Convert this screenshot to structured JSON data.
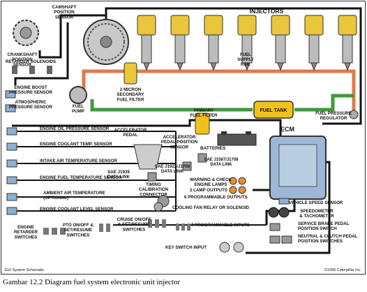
{
  "labels": {
    "camshaft": [
      "CAMSHAFT",
      "POSITION",
      "SENSOR"
    ],
    "crankshaft": [
      "CRANKSHAFT",
      "POSITION",
      "SENSOR"
    ],
    "injectors": "INJECTORS",
    "retarder_solenoids": "RETARDER SOLENOIDS",
    "fuel_supply_rail": [
      "FUEL",
      "SUPPLY",
      "RAIL"
    ],
    "engine_boost": [
      "ENGINE BOOST",
      "PRESSURE SENSOR"
    ],
    "atmospheric": [
      "ATMOSPHERIC",
      "PRESSURE SENSOR"
    ],
    "secondary_filter": [
      "2 MICRON",
      "SECONDARY",
      "FUEL FILTER"
    ],
    "fuel_pump": [
      "FUEL",
      "PUMP"
    ],
    "primary_filter": [
      "PRIMARY",
      "FUEL FILTER"
    ],
    "fuel_tank": "FUEL TANK",
    "fuel_pressure_regulator": [
      "FUEL PRESSURE",
      "REGULATOR"
    ],
    "ecm": "ECM",
    "oil_pressure": "ENGINE OIL PRESSURE SENSOR",
    "coolant_temp": "ENGINE COOLANT TEMP. SENSOR",
    "intake_air": "INTAKE AIR TEMPERATURE SENSOR",
    "fuel_temp": "ENGINE FUEL TEMPERATURE SENSOR",
    "ambient_air": [
      "AMBIENT AIR TEMPERATURE",
      "(OPTIONAL)"
    ],
    "coolant_level": "ENGINE COOLANT LEVEL SENSOR",
    "accelerator_pedal": [
      "ACCELERATOR",
      "PEDAL"
    ],
    "accel_pos_sensor": [
      "ACCELERATOR",
      "PEDAL POSITION",
      "SENSOR"
    ],
    "batteries": "BATTERIES",
    "sae_j1587": [
      "SAE J1587/J1708",
      "DATA LINK"
    ],
    "sae_j1922": [
      "SAE J1922/J1708",
      "DATA LINK"
    ],
    "sae_j1939": [
      "SAE J1939",
      "DATA LINK"
    ],
    "timing_calibration": [
      "TIMING",
      "CALIBRATION",
      "CONNECTOR"
    ],
    "warning_lamps": [
      "WARNING & CHECK",
      "ENGINE LAMPS"
    ],
    "two_lamp_outputs": "2 LAMP OUTPUTS",
    "six_prog_outputs": "6 PROGRAMMABLE OUTPUTS",
    "cooling_fan": "COOLING FAN RELAY OR SOLENOID",
    "vehicle_speed": "VEHICLE SPEED SENSOR",
    "speedometer": [
      "SPEEDOMETER",
      "& TACHOMETER"
    ],
    "engine_retarder": [
      "ENGINE",
      "RETARDER",
      "SWITCHES"
    ],
    "pto_switches": [
      "PTO ON/OFF &",
      "SET/RESUME",
      "SWITCHES"
    ],
    "cruise_switches": [
      "CRUISE ON/OFF",
      "& SET/RESUME",
      "SWITCHES"
    ],
    "seven_prog_inputs": "7 PROGRAMMABLE INPUTS",
    "service_brake": [
      "SERVICE BRAKE PEDAL",
      "POSITION SWITCH"
    ],
    "neutral_clutch": [
      "NEUTRAL & CLUTCH PEDAL",
      "POSITION SWITCHES"
    ],
    "key_switch": "KEY SWITCH INPUT",
    "footer_left": "EUI System Schematic",
    "footer_right": "©1998 Caterpillar Inc."
  },
  "caption": "Gambar 12.2 Diagram fuel system  electronic unit injector",
  "colors": {
    "fuel_supply_line": "#e07a4a",
    "fuel_return_line": "#3e9a3a",
    "wire": "#111111",
    "injector_yellow": "#e9c63a",
    "fuel_tank_yellow": "#f2c21c",
    "ecm_blue": "#9cb8d6",
    "sensor_blue": "#8fb0d0",
    "lamp_orange": "#e8902e"
  }
}
